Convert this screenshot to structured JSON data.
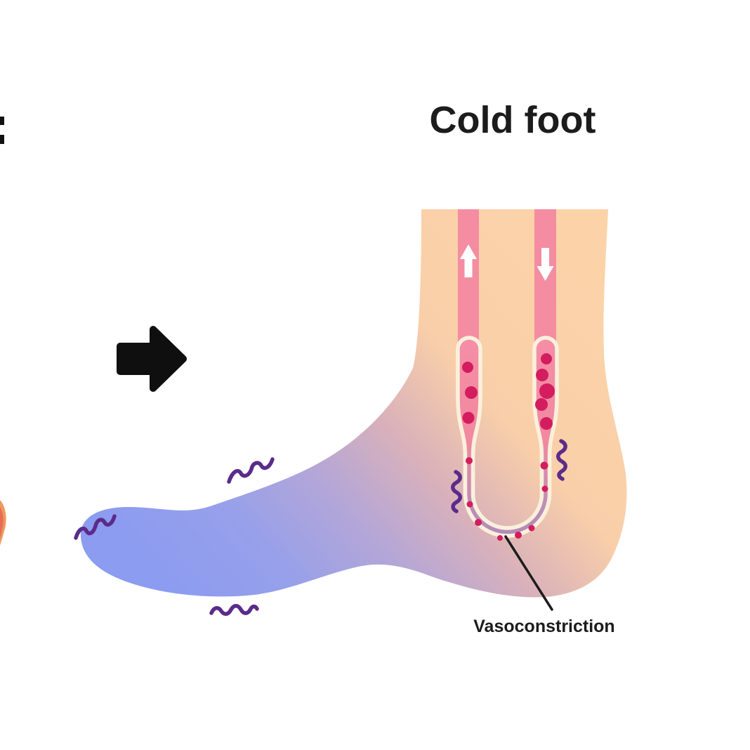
{
  "title": "Cold foot",
  "annotation": {
    "label": "Vasoconstriction"
  },
  "icons": {
    "transition_arrow": "right-arrow",
    "artery_flow_arrow": "up-arrow",
    "vein_flow_arrow": "down-arrow",
    "shiver_marks": "purple-squiggles",
    "blood_cells": "crimson-dots"
  },
  "colors": {
    "background": "#ffffff",
    "text": "#1c1c1c",
    "skin_warm": "#fbd2a8",
    "skin_mid": "#d9b1ba",
    "skin_cold": "#8c9cf0",
    "vessel_pink": "#f48da1",
    "vessel_wall_cream": "#faf0dc",
    "blood_cell": "#d31d5e",
    "lumen_cold_mauve": "#b08ab8",
    "shiver_purple": "#5b2b8a",
    "arrow_black": "#0f0f0f",
    "cropped_foot_orange": "#f0975e"
  }
}
